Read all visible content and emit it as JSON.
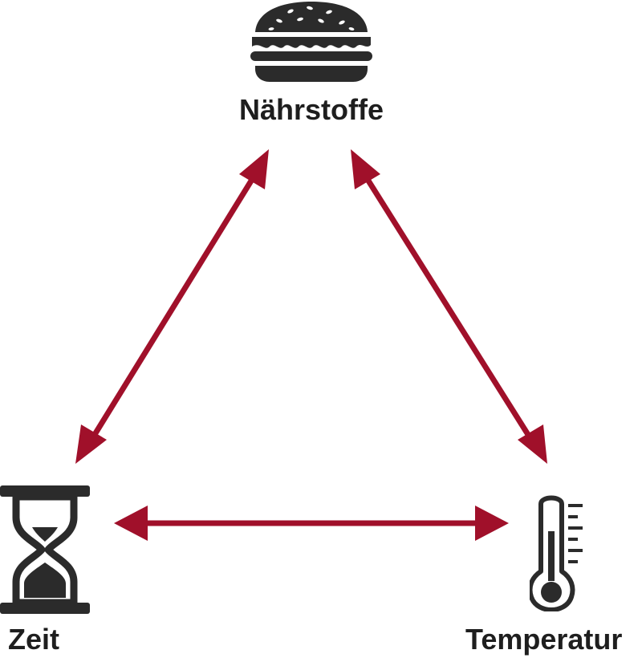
{
  "nodes": {
    "top": {
      "label": "Nährstoffe",
      "icon": "burger-icon"
    },
    "left": {
      "label": "Zeit",
      "icon": "hourglass-icon"
    },
    "right": {
      "label": "Temperatur",
      "icon": "thermometer-icon"
    }
  },
  "colors": {
    "arrow": "#a0102a",
    "icon": "#2b2b2b",
    "text": "#1e1e1e",
    "background": "#ffffff"
  }
}
